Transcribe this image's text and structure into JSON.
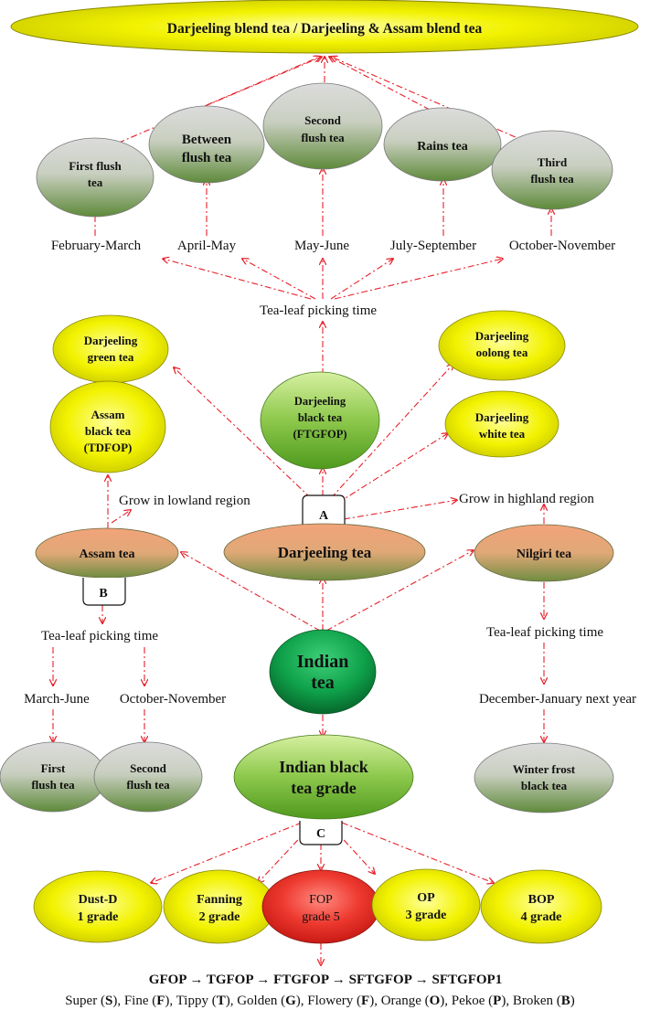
{
  "top": {
    "title": "Darjeeling blend tea / Darjeeling & Assam blend tea"
  },
  "flushes": {
    "first": [
      "First flush",
      "tea"
    ],
    "between": [
      "Between",
      "flush tea"
    ],
    "second": [
      "Second",
      "flush tea"
    ],
    "rains": "Rains tea",
    "third": [
      "Third",
      "flush tea"
    ]
  },
  "months": {
    "feb_mar": "February-March",
    "apr_may": "April-May",
    "may_jun": "May-June",
    "jul_sep": "July-September",
    "oct_nov": "October-November"
  },
  "picking_time_label": "Tea-leaf picking time",
  "darjeeling_products": {
    "green": [
      "Darjeeling",
      "green tea"
    ],
    "black": [
      "Darjeeling",
      "black tea",
      "(FTGFOP)"
    ],
    "oolong": [
      "Darjeeling",
      "oolong tea"
    ],
    "white": [
      "Darjeeling",
      "white tea"
    ]
  },
  "assam_black": [
    "Assam",
    "black tea",
    "(TDFOP)"
  ],
  "regions": {
    "lowland": "Grow in lowland region",
    "highland": "Grow in highland region"
  },
  "boxes": {
    "a": "A",
    "b": "B",
    "c": "C"
  },
  "teas": {
    "assam": "Assam tea",
    "darjeeling": "Darjeeling tea",
    "nilgiri": "Nilgiri tea",
    "indian": [
      "Indian",
      "tea"
    ]
  },
  "assam_branch": {
    "picking": "Tea-leaf picking time",
    "mar_jun": "March-June",
    "oct_nov": "October-November",
    "first": [
      "First",
      "flush tea"
    ],
    "second": [
      "Second",
      "flush tea"
    ]
  },
  "nilgiri_branch": {
    "picking": "Tea-leaf picking time",
    "dec_jan": "December-January next year",
    "winter": [
      "Winter frost",
      "black tea"
    ]
  },
  "grade": {
    "title": [
      "Indian black",
      "tea grade"
    ]
  },
  "grades": {
    "dust": [
      "Dust-D",
      "1 grade"
    ],
    "fanning": [
      "Fanning",
      "2 grade"
    ],
    "fop": [
      "FOP",
      "grade 5"
    ],
    "op": [
      "OP",
      "3 grade"
    ],
    "bop": [
      "BOP",
      "4 grade"
    ]
  },
  "grade_chain": "GFOP → TGFOP → FTGFOP → SFTGFOP → SFTGFOP1",
  "legend_items": [
    {
      "word": "Super",
      "abbr": "S"
    },
    {
      "word": "Fine",
      "abbr": "F"
    },
    {
      "word": "Tippy",
      "abbr": "T"
    },
    {
      "word": "Golden",
      "abbr": "G"
    },
    {
      "word": "Flowery",
      "abbr": "F"
    },
    {
      "word": "Orange",
      "abbr": "O"
    },
    {
      "word": "Pekoe",
      "abbr": "P"
    },
    {
      "word": "Broken",
      "abbr": "B"
    }
  ],
  "colors": {
    "yellow": "#e4e400",
    "grey_green": "#6f8f4a",
    "orange": "#e5a06e",
    "green_grad": "#7cc22e",
    "dark_green": "#0e9a43",
    "red": "#e02a22",
    "arrow": "#e8202a"
  }
}
